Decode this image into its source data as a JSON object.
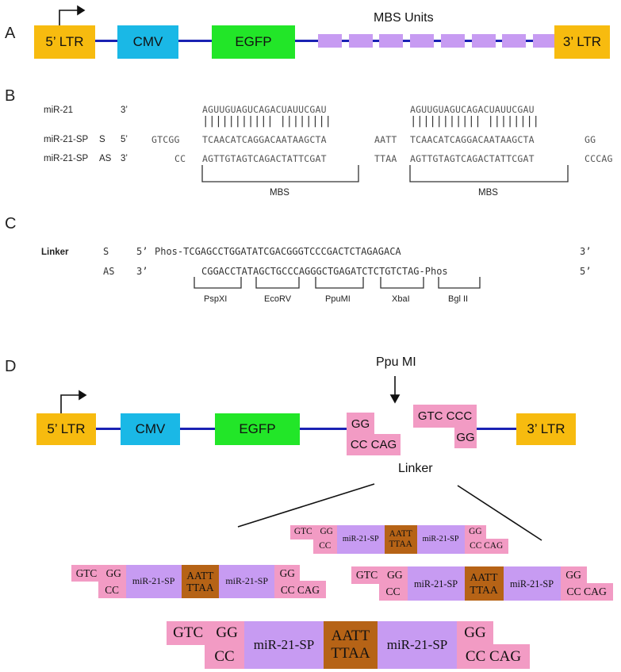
{
  "panels": {
    "a": "A",
    "b": "B",
    "c": "C",
    "d": "D"
  },
  "vector": {
    "ltr5": "5’ LTR",
    "cmv": "CMV",
    "egfp": "EGFP",
    "ltr3": "3’ LTR",
    "mbs_units": "MBS Units",
    "mbs_unit_count": 8
  },
  "panel_b": {
    "mir21_label": "miR-21",
    "mir21_end": "3’",
    "mir21_seq": "AGUUGUAGUCAGACUAUUCGAU",
    "sp_s_label": "miR-21-SP",
    "sp_s_strand": "S",
    "sp_s_end": "5’",
    "sp_as_label": "miR-21-SP",
    "sp_as_strand": "AS",
    "sp_as_end": "3’",
    "s_left": "GTCGG",
    "s_mbs": "TCAACATCAGGACAATAAGCTA",
    "s_mid": "AATT",
    "s_right": "GG",
    "as_left": "CC",
    "as_mbs": "AGTTGTAGTCAGACTATTCGAT",
    "as_mid": "TTAA",
    "as_right": "CCCAG",
    "pairs": "||||||||||| ||||||||",
    "mbs": "MBS"
  },
  "panel_c": {
    "linker": "Linker",
    "s_strand": "S",
    "s_end5": "5’",
    "s_seq": "Phos-TCGAGCCTGGATATCGACGGGTCCCGACTCTAGAGACA",
    "s_end3": "3’",
    "as_strand": "AS",
    "as_end3": "3’",
    "as_seq": "CGGACCTATAGCTGCCCAGGGCTGAGATCTCTGTCTAG-Phos",
    "as_end5": "5’",
    "sites": [
      "PspXI",
      "EcoRV",
      "PpuMI",
      "XbaI",
      "Bgl II"
    ]
  },
  "panel_d": {
    "ppumi": "Ppu MI",
    "linker": "Linker",
    "left_sticky_top": "GG",
    "left_sticky_bottom": "CC CAG",
    "right_sticky_top": "GTC CCC",
    "right_sticky_bottom": "GG",
    "insert": {
      "gtc": "GTC",
      "gg": "GG",
      "cc": "CC",
      "sp": "miR-21-SP",
      "aatt": "AATT",
      "ttaa": "TTAA",
      "cc_cag": "CC CAG"
    }
  },
  "colors": {
    "ltr": "#f7bb0f",
    "cmv": "#1ab8e6",
    "egfp": "#22e628",
    "mbs_unit": "#c79bf2",
    "backbone": "#1a22b3",
    "sticky": "#f29bc4",
    "spacer": "#b66316"
  }
}
